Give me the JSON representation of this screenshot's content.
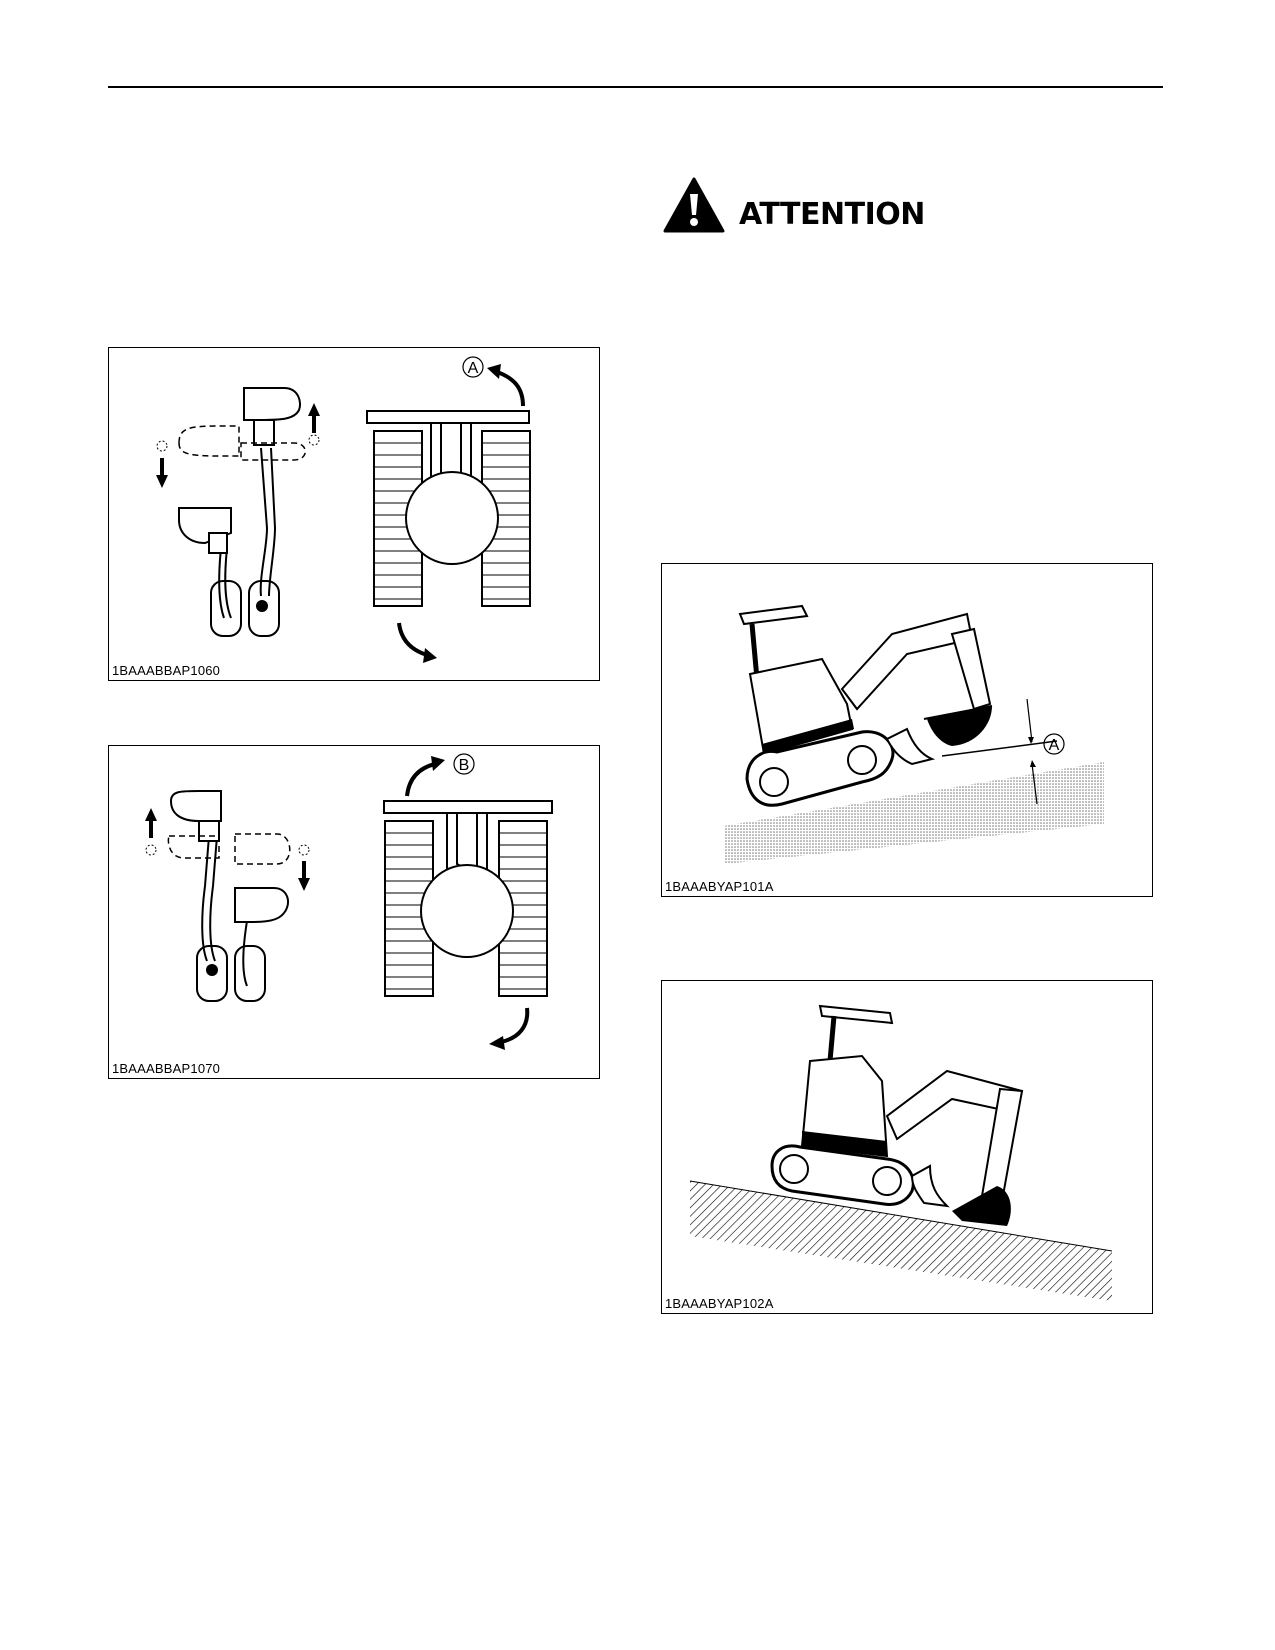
{
  "attention": {
    "label": "ATTENTION",
    "icon": "warning-triangle-icon"
  },
  "figures": [
    {
      "code": "1BAAABBAP1060",
      "marker": "A"
    },
    {
      "code": "1BAAABBAP1070",
      "marker": "B"
    },
    {
      "code": "1BAAABYAP101A",
      "marker": "A"
    },
    {
      "code": "1BAAABYAP102A"
    }
  ]
}
